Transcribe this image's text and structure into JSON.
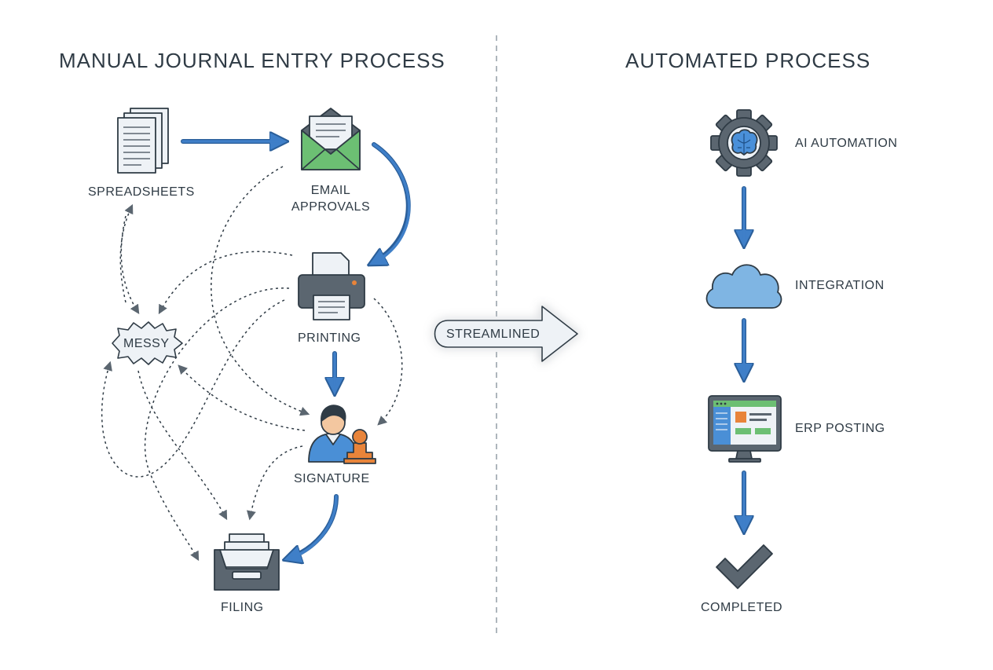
{
  "left_panel": {
    "title": "MANUAL JOURNAL ENTRY PROCESS",
    "nodes": {
      "spreadsheets": "SPREADSHEETS",
      "email_line1": "EMAIL",
      "email_line2": "APPROVALS",
      "printing": "PRINTING",
      "messy": "MESSY",
      "signature": "SIGNATURE",
      "filing": "FILING"
    }
  },
  "transition": {
    "label": "STREAMLINED"
  },
  "right_panel": {
    "title": "AUTOMATED PROCESS",
    "steps": {
      "ai": "AI AUTOMATION",
      "integration": "INTEGRATION",
      "erp": "ERP POSTING",
      "completed": "COMPLETED"
    }
  },
  "colors": {
    "flow_arrow": "#3f7fc8",
    "icon_dark": "#5b6670",
    "outline": "#2f3b45",
    "envelope_green": "#6cbf73",
    "cloud_blue": "#7fb5e3",
    "brain_blue": "#4a90d9",
    "person_blue": "#4a8fd6",
    "stamp_orange": "#e8843a",
    "paper": "#eef2f6"
  }
}
